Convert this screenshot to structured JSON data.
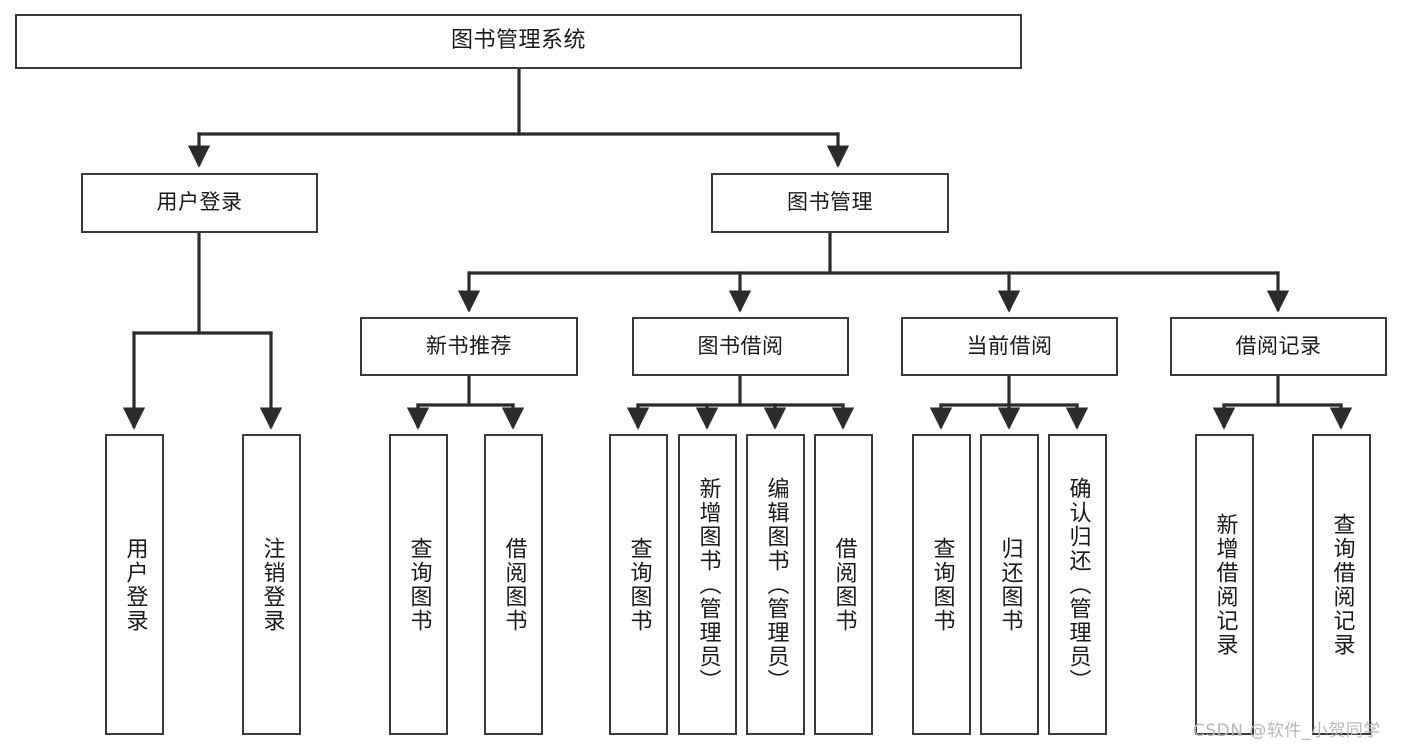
{
  "diagram": {
    "title": "图书管理系统",
    "type": "tree-hierarchy",
    "orientation": "top-down",
    "colors": {
      "node_border": "#3a3a3a",
      "node_fill": "#ffffff",
      "edge": "#2b2b2b",
      "text": "#1a1a1a",
      "watermark": "#b9b9b9",
      "background": "#ffffff"
    }
  },
  "nodes": {
    "root": {
      "label": "图书管理系统"
    },
    "level1": [
      {
        "id": "user-login",
        "label": "用户登录"
      },
      {
        "id": "book-management",
        "label": "图书管理"
      }
    ],
    "level2": [
      {
        "id": "new-book-recommend",
        "label": "新书推荐"
      },
      {
        "id": "book-borrow",
        "label": "图书借阅"
      },
      {
        "id": "current-borrow",
        "label": "当前借阅"
      },
      {
        "id": "borrow-record",
        "label": "借阅记录"
      }
    ],
    "leaves": {
      "user-login": [
        {
          "id": "leaf-user-login",
          "label": "用户登录"
        },
        {
          "id": "leaf-user-logout",
          "label": "注销登录"
        }
      ],
      "new-book-recommend": [
        {
          "id": "leaf-query-book-1",
          "label": "查询图书"
        },
        {
          "id": "leaf-borrow-book-1",
          "label": "借阅图书"
        }
      ],
      "book-borrow": [
        {
          "id": "leaf-query-book-2",
          "label": "查询图书"
        },
        {
          "id": "leaf-add-book",
          "label": "新增图书（管理员）"
        },
        {
          "id": "leaf-edit-book",
          "label": "编辑图书（管理员）"
        },
        {
          "id": "leaf-borrow-book-2",
          "label": "借阅图书"
        }
      ],
      "current-borrow": [
        {
          "id": "leaf-query-book-3",
          "label": "查询图书"
        },
        {
          "id": "leaf-return-book",
          "label": "归还图书"
        },
        {
          "id": "leaf-confirm-return",
          "label": "确认归还（管理员）"
        }
      ],
      "borrow-record": [
        {
          "id": "leaf-add-record",
          "label": "新增借阅记录"
        },
        {
          "id": "leaf-query-record",
          "label": "查询借阅记录"
        }
      ]
    }
  },
  "watermark": {
    "text": "CSDN @软件_小贺同学"
  }
}
